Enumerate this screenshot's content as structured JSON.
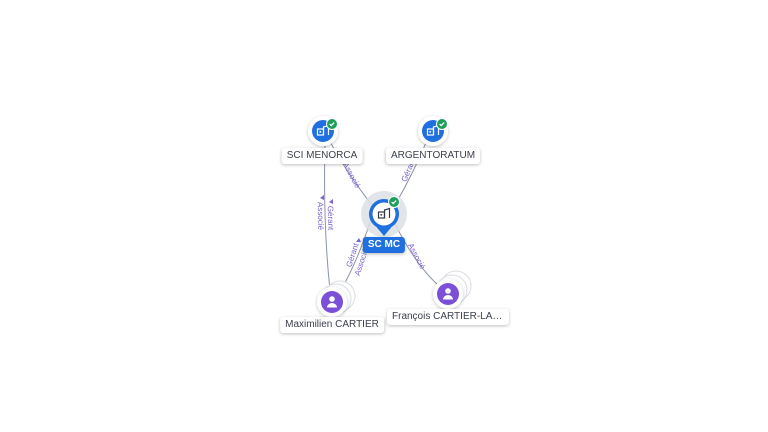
{
  "colors": {
    "company": "#1f6fe0",
    "person": "#7b4fd6",
    "verified": "#1e9e5a",
    "edge": "#8a93a6",
    "edge_label": "#7a62d0"
  },
  "nodes": {
    "focus": {
      "label": "SC MC",
      "icon": "building-icon",
      "verified": true
    },
    "sci_menorca": {
      "label": "SCI MENORCA",
      "icon": "building-icon",
      "verified": true
    },
    "argentoratum": {
      "label": "ARGENTORATUM",
      "icon": "building-icon",
      "verified": true
    },
    "maximilien": {
      "label": "Maximilien CARTIER",
      "icon": "person-icon"
    },
    "francois": {
      "label": "François CARTIER-LAU...",
      "icon": "person-icon"
    }
  },
  "edges": {
    "focus_menorca": "Associé",
    "focus_argentoratum": "Gérant",
    "menorca_maximilien_1": "Gérant",
    "menorca_maximilien_2": "Associé",
    "focus_maximilien_1": "Gérant",
    "focus_maximilien_2": "Associé",
    "focus_francois": "Associé"
  }
}
